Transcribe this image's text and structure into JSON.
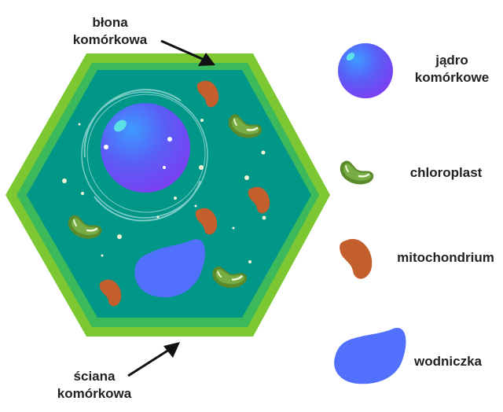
{
  "labels": {
    "membrane": "błona\nkomórkowa",
    "wall": "ściana\nkomórkowa",
    "nucleus": "jądro\nkomórkowe",
    "chloroplast": "chloroplast",
    "mitochondrium": "mitochondrium",
    "vacuole": "wodniczka"
  },
  "colors": {
    "wall": "#7dc832",
    "membrane": "#3cb95a",
    "cytoplasm": "#009688",
    "nucleus": "#5b5cf5",
    "chloroplast": "#6fa23c",
    "mitochondrium": "#c25f2c",
    "vacuole": "#5170fb"
  }
}
